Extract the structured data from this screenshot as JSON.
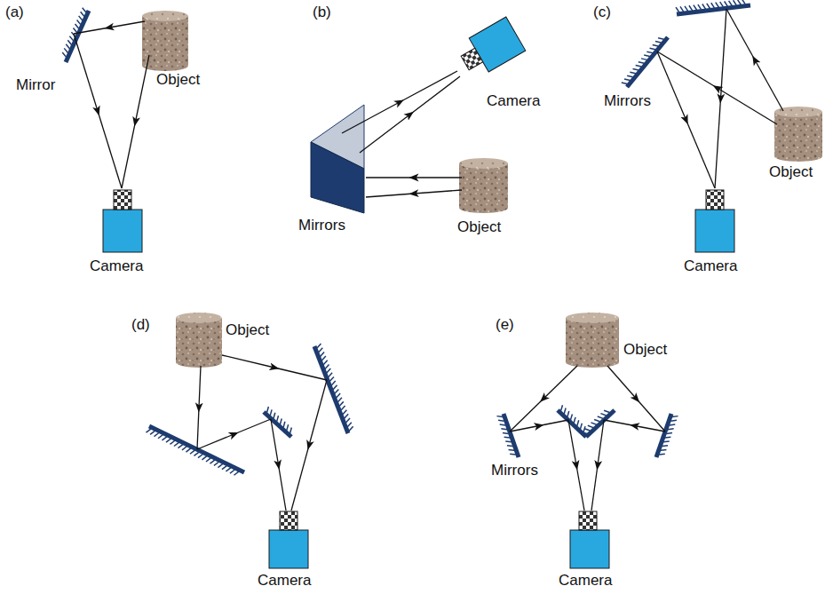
{
  "diagram": {
    "labels": [
      "(a)",
      "Mirror",
      "Object",
      "Camera",
      "(b)",
      "Camera",
      "Mirrors",
      "Object",
      "(c)",
      "Mirrors",
      "Object",
      "Camera",
      "(d)",
      "Object",
      "Camera",
      "(e)",
      "Object",
      "Mirrors",
      "Camera"
    ]
  }
}
